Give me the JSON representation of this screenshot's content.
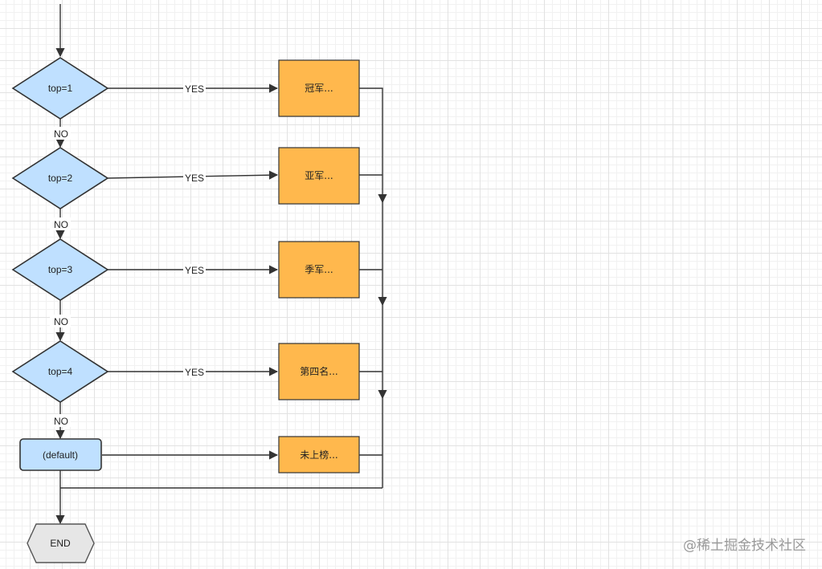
{
  "decisions": [
    {
      "label": "top=1",
      "yes": "YES",
      "no": "NO",
      "action": "冠军..."
    },
    {
      "label": "top=2",
      "yes": "YES",
      "no": "NO",
      "action": "亚军..."
    },
    {
      "label": "top=3",
      "yes": "YES",
      "no": "NO",
      "action": "季军..."
    },
    {
      "label": "top=4",
      "yes": "YES",
      "no": "NO",
      "action": "第四名..."
    }
  ],
  "default_node": {
    "label": "(default)",
    "action": "未上榜..."
  },
  "end_node": {
    "label": "END"
  },
  "watermark": "@稀土掘金技术社区",
  "colors": {
    "decision_fill": "#bfe0ff",
    "action_fill": "#ffb84d",
    "end_fill": "#e6e6e6",
    "edge": "#333333"
  }
}
